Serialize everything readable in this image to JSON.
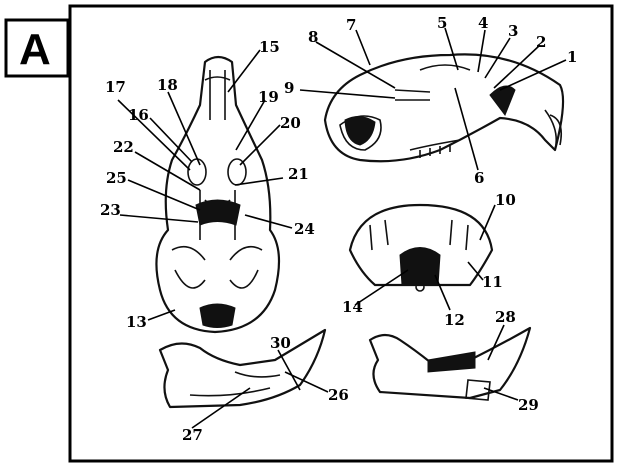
{
  "panel_letter": "A",
  "labels": {
    "l1": "1",
    "l2": "2",
    "l3": "3",
    "l4": "4",
    "l5": "5",
    "l6": "6",
    "l7": "7",
    "l8": "8",
    "l9": "9",
    "l10": "10",
    "l11": "11",
    "l12": "12",
    "l13": "13",
    "l14": "14",
    "l15": "15",
    "l16": "16",
    "l17": "17",
    "l18": "18",
    "l19": "19",
    "l20": "20",
    "l21": "21",
    "l22": "22",
    "l23": "23",
    "l24": "24",
    "l25": "25",
    "l26": "26",
    "l27": "27",
    "l28": "28",
    "l29": "29",
    "l30": "30"
  },
  "colors": {
    "ink": "#000000",
    "paper": "#ffffff"
  }
}
